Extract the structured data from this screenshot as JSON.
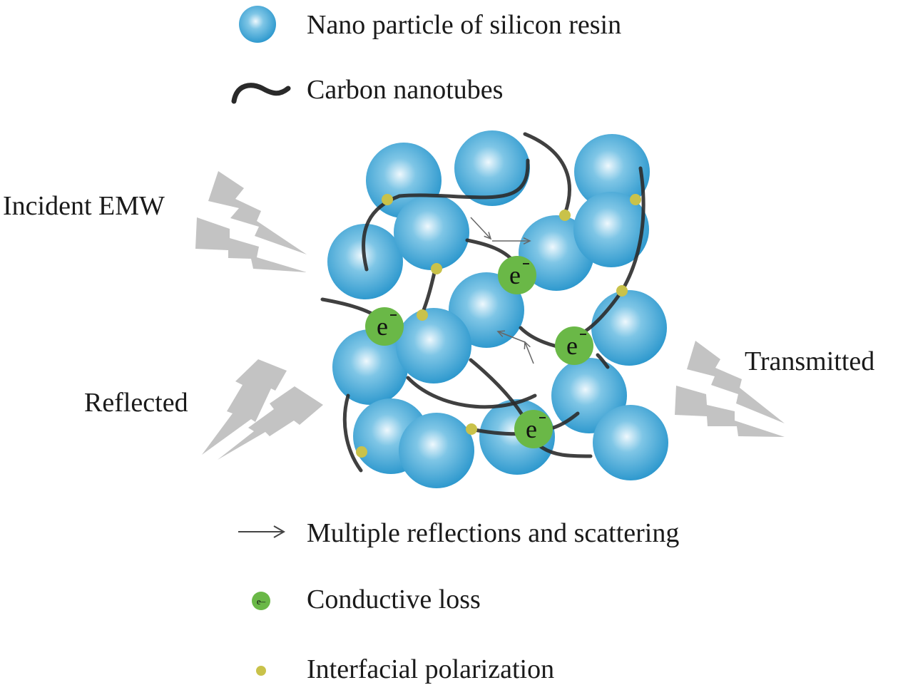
{
  "legend_top": {
    "particle": "Nano particle of silicon resin",
    "nanotube": "Carbon nanotubes"
  },
  "labels": {
    "incident": "Incident EMW",
    "reflected": "Reflected",
    "transmitted": "Transmitted"
  },
  "legend_bottom": {
    "scattering": "Multiple reflections and scattering",
    "conductive": "Conductive loss",
    "interfacial": "Interfacial polarization",
    "electron_symbol": "e–"
  },
  "electron_label": "e",
  "colors": {
    "particle": "#2f9bd0",
    "particle_highlight": "#e8f6fc",
    "nanotube": "#2b2b2b",
    "electron": "#6ab847",
    "interface_dot": "#c9c24a",
    "wave": "#c3c3c3"
  }
}
